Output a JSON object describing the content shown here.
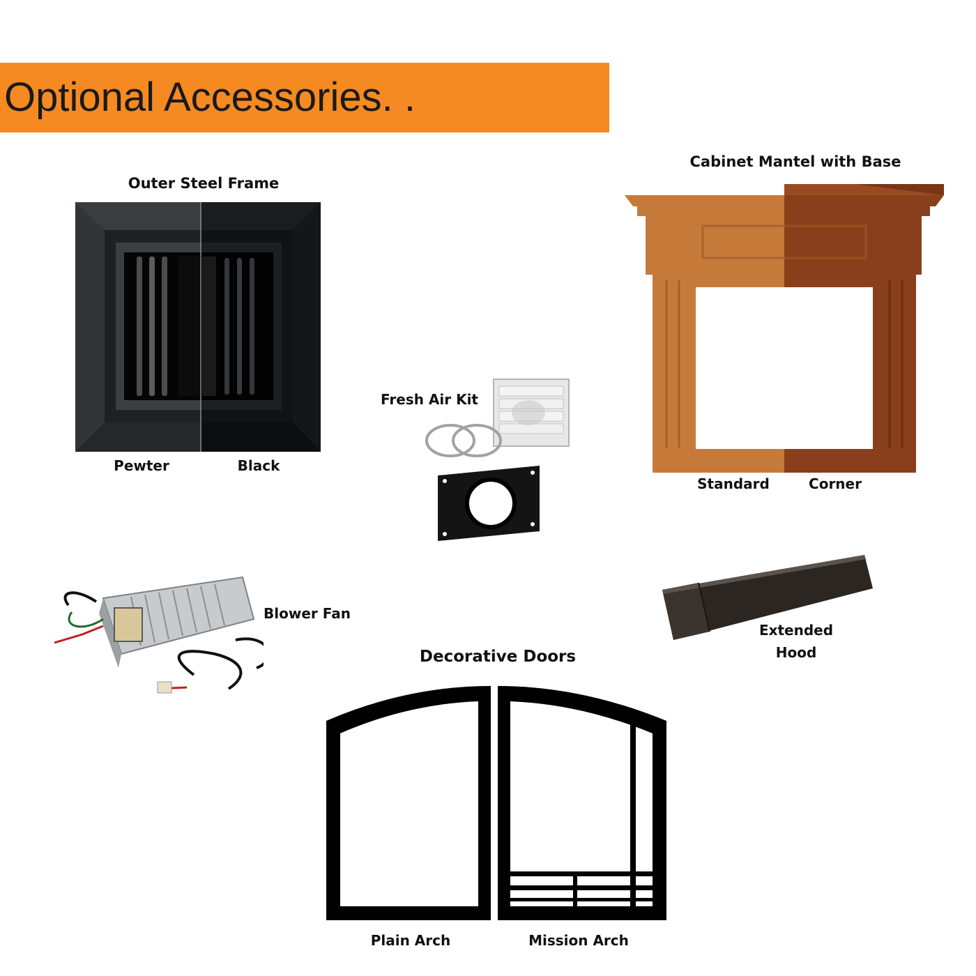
{
  "banner": {
    "title": "Optional Accessories. .",
    "color": "#f58a23"
  },
  "frame": {
    "title": "Outer Steel Frame",
    "options": [
      "Pewter",
      "Black"
    ]
  },
  "fresh_air": {
    "title": "Fresh Air Kit"
  },
  "mantel": {
    "title": "Cabinet Mantel with Base",
    "options": [
      "Standard",
      "Corner"
    ],
    "wood_light": "#c67a3a",
    "wood_dark": "#8a3f1c"
  },
  "blower": {
    "title": "Blower Fan"
  },
  "hood": {
    "title_line1": "Extended",
    "title_line2": "Hood"
  },
  "doors": {
    "title": "Decorative Doors",
    "options": [
      "Plain Arch",
      "Mission Arch"
    ]
  }
}
